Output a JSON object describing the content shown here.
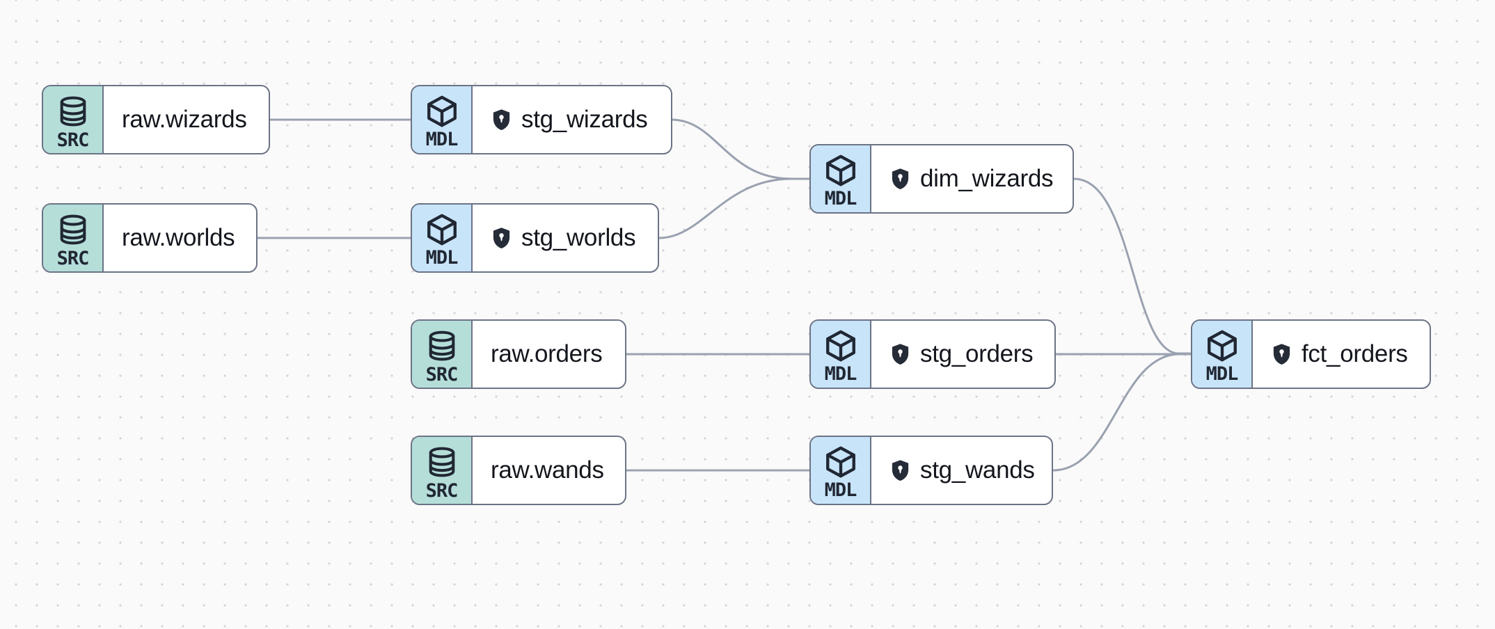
{
  "app": "lineage-graph",
  "colors": {
    "canvas_bg": "#fafafa",
    "dot_grid": "#d4d4d9",
    "node_border": "#6b7385",
    "node_bg": "#ffffff",
    "src_badge_bg": "#b5ded9",
    "mdl_badge_bg": "#c8e4f9",
    "icon_ink": "#202733",
    "label_ink": "#13161c",
    "edge": "#9aa1b0",
    "shield_fill": "#252b37"
  },
  "node_types": {
    "src": {
      "badge": "SRC",
      "icon": "database-icon"
    },
    "mdl": {
      "badge": "MDL",
      "icon": "cube-icon"
    }
  },
  "nodes": [
    {
      "id": "raw-wizards",
      "kind": "source",
      "badge": "SRC",
      "label": "raw.wizards",
      "shield": false
    },
    {
      "id": "raw-worlds",
      "kind": "source",
      "badge": "SRC",
      "label": "raw.worlds",
      "shield": false
    },
    {
      "id": "raw-orders",
      "kind": "source",
      "badge": "SRC",
      "label": "raw.orders",
      "shield": false
    },
    {
      "id": "raw-wands",
      "kind": "source",
      "badge": "SRC",
      "label": "raw.wands",
      "shield": false
    },
    {
      "id": "stg-wizards",
      "kind": "model",
      "badge": "MDL",
      "label": "stg_wizards",
      "shield": true
    },
    {
      "id": "stg-worlds",
      "kind": "model",
      "badge": "MDL",
      "label": "stg_worlds",
      "shield": true
    },
    {
      "id": "stg-orders",
      "kind": "model",
      "badge": "MDL",
      "label": "stg_orders",
      "shield": true
    },
    {
      "id": "stg-wands",
      "kind": "model",
      "badge": "MDL",
      "label": "stg_wands",
      "shield": true
    },
    {
      "id": "dim-wizards",
      "kind": "model",
      "badge": "MDL",
      "label": "dim_wizards",
      "shield": true
    },
    {
      "id": "fct-orders",
      "kind": "model",
      "badge": "MDL",
      "label": "fct_orders",
      "shield": true
    }
  ],
  "edges": [
    {
      "from": "raw.wizards",
      "to": "stg_wizards"
    },
    {
      "from": "raw.worlds",
      "to": "stg_worlds"
    },
    {
      "from": "raw.orders",
      "to": "stg_orders"
    },
    {
      "from": "raw.wands",
      "to": "stg_wands"
    },
    {
      "from": "stg_wizards",
      "to": "dim_wizards"
    },
    {
      "from": "stg_worlds",
      "to": "dim_wizards"
    },
    {
      "from": "dim_wizards",
      "to": "fct_orders"
    },
    {
      "from": "stg_orders",
      "to": "fct_orders"
    },
    {
      "from": "stg_wands",
      "to": "fct_orders"
    }
  ]
}
